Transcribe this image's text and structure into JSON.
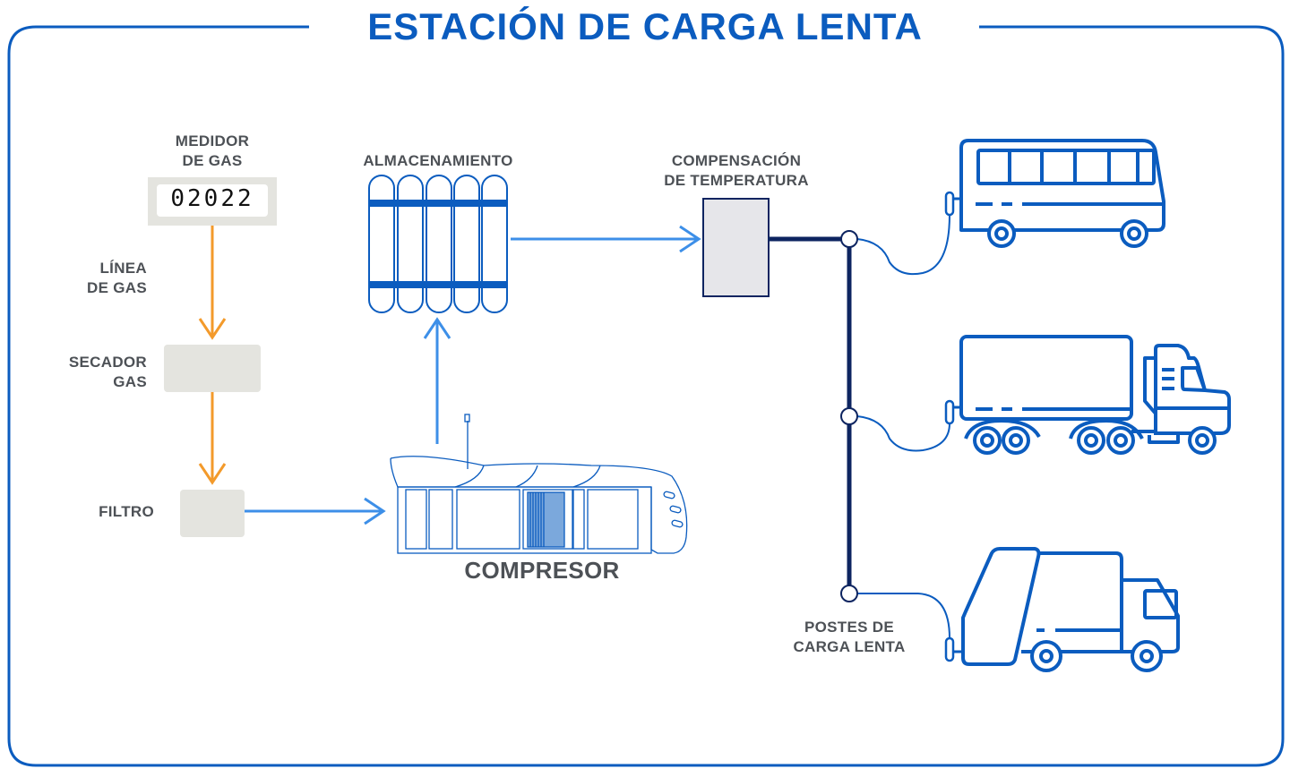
{
  "title": "ESTACIÓN DE CARGA LENTA",
  "labels": {
    "medidor": [
      "MEDIDOR",
      "DE GAS"
    ],
    "linea": [
      "LÍNEA",
      "DE GAS"
    ],
    "secador": [
      "SECADOR",
      "GAS"
    ],
    "filtro": "FILTRO",
    "compresor": "COMPRESOR",
    "almacenamiento": "ALMACENAMIENTO",
    "compensacion": [
      "COMPENSACIÓN",
      "DE TEMPERATURA"
    ],
    "postes": [
      "POSTES DE",
      "CARGA LENTA"
    ]
  },
  "meter_reading": "02022",
  "vehicles": [
    "bus-icon",
    "semi-truck-icon",
    "garbage-truck-icon"
  ],
  "colors": {
    "frame": "#0b5cbf",
    "title": "#0b5cbf",
    "gas_line": "#f39a2b",
    "flow_arrow": "#3d8fe8",
    "distribution_line": "#0d2460",
    "box_fill": "#e4e4df",
    "icon_stroke": "#0b5cbf",
    "text": "#4d5156"
  }
}
